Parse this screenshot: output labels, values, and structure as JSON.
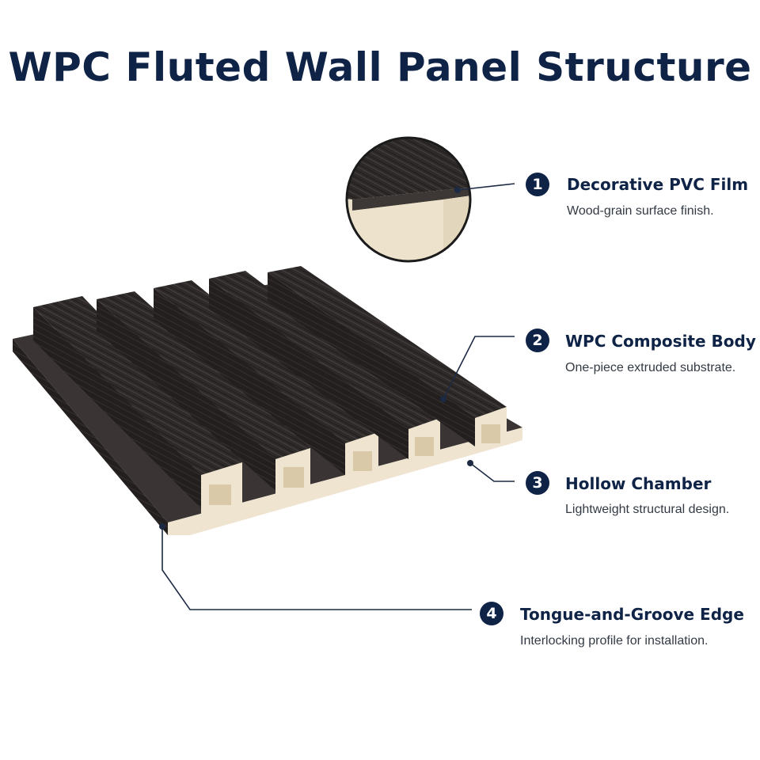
{
  "title": "WPC Fluted Wall Panel Structure",
  "colors": {
    "accent": "#0f2346",
    "panel_dark": "#2b2726",
    "core_cream": "#efe4cf"
  },
  "callouts": [
    {
      "number": "1",
      "title": "Decorative PVC Film",
      "description": "Wood-grain surface finish."
    },
    {
      "number": "2",
      "title": "WPC Composite Body",
      "description": "One-piece extruded substrate."
    },
    {
      "number": "3",
      "title": "Hollow Chamber",
      "description": "Lightweight structural design."
    },
    {
      "number": "4",
      "title": "Tongue-and-Groove Edge",
      "description": "Interlocking profile for installation."
    }
  ]
}
